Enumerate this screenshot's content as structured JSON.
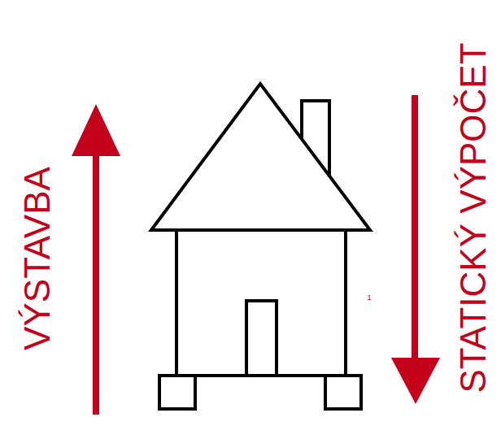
{
  "diagram": {
    "labels": [
      "VÝSTAVBA",
      "STATICKÝ VÝPOČET",
      "1"
    ]
  }
}
